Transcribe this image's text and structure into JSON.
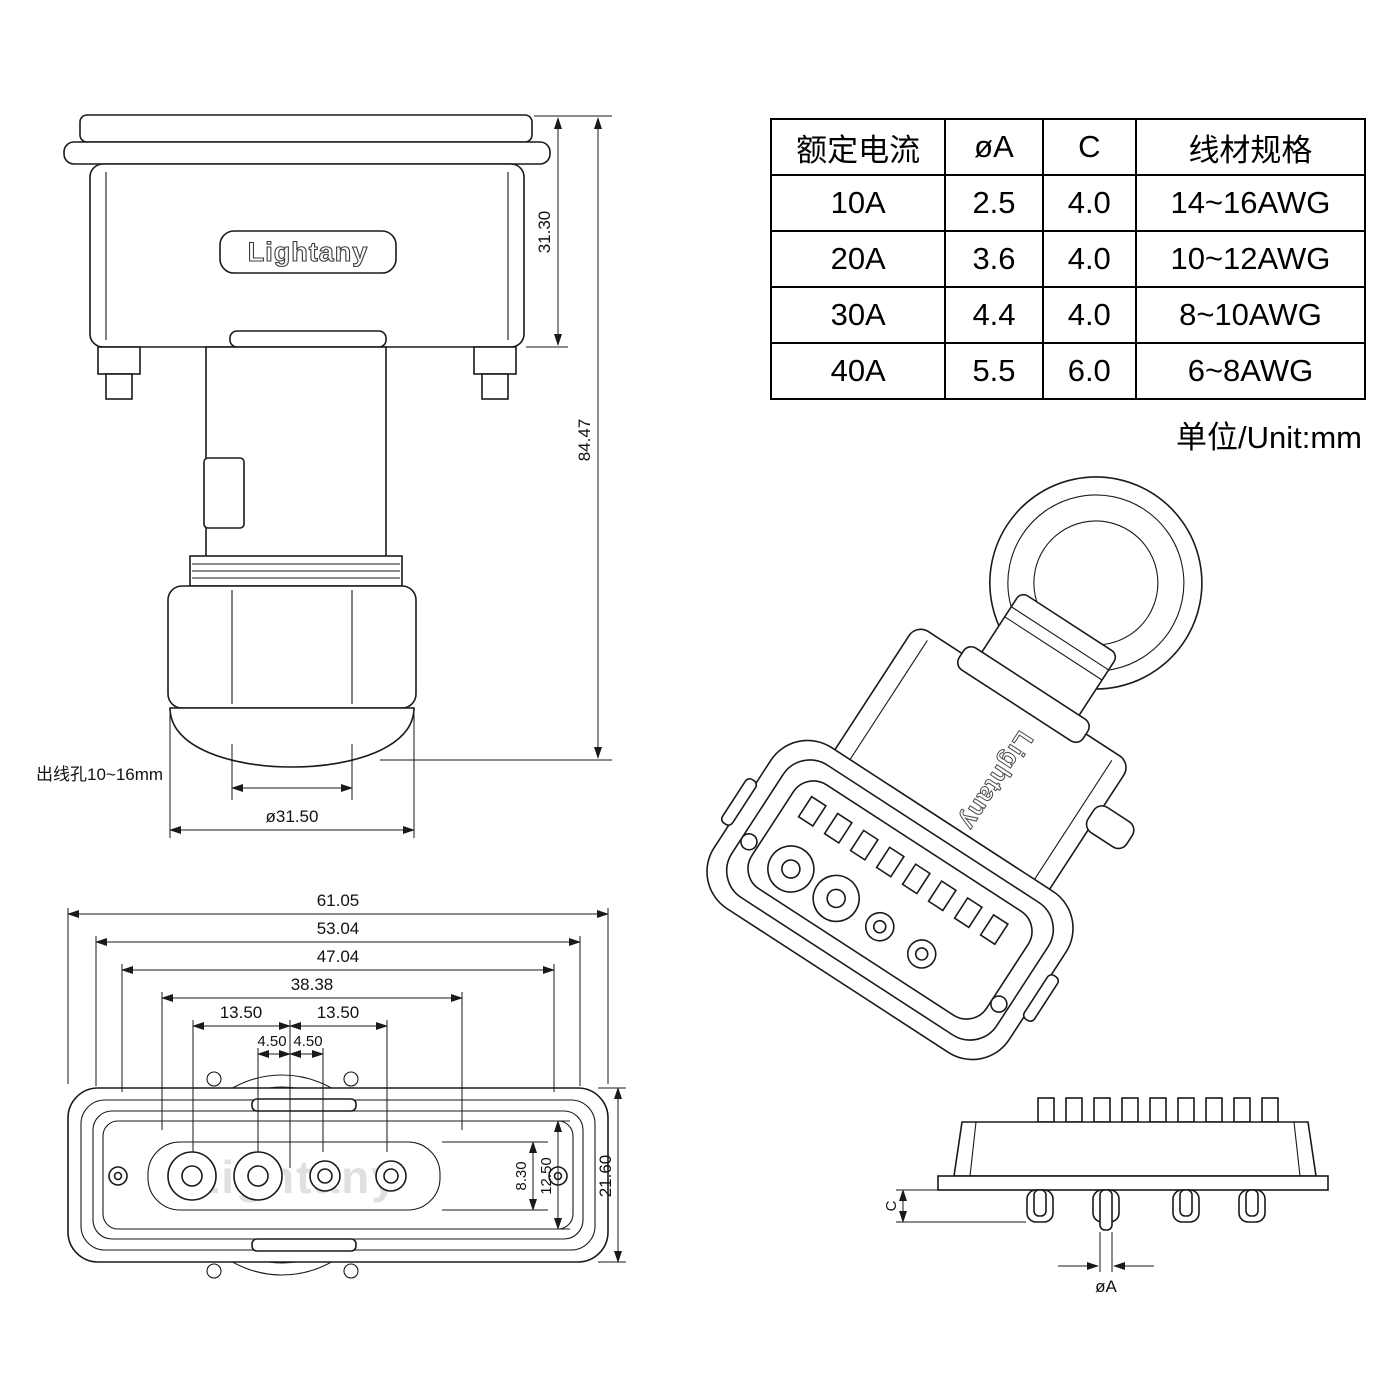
{
  "meta": {
    "background": "#ffffff",
    "line_color": "#1a1a1a"
  },
  "brand": {
    "logo": "Lightany",
    "watermark": "Lightany",
    "iso_logo": "Lightany"
  },
  "spec_table": {
    "col_current": "额定电流",
    "col_dia": "øA",
    "col_c": "C",
    "col_wire": "线材规格",
    "rows": [
      {
        "current": "10A",
        "dia": "2.5",
        "c": "4.0",
        "wire": "14~16AWG"
      },
      {
        "current": "20A",
        "dia": "3.6",
        "c": "4.0",
        "wire": "10~12AWG"
      },
      {
        "current": "30A",
        "dia": "4.4",
        "c": "4.0",
        "wire": "8~10AWG"
      },
      {
        "current": "40A",
        "dia": "5.5",
        "c": "6.0",
        "wire": "6~8AWG"
      }
    ],
    "unit_note": "单位/Unit:mm"
  },
  "front_view": {
    "dim_body_height": "31.30",
    "dim_total_height": "84.47",
    "label_cable_hole": "出线孔10~16mm",
    "dim_gland_diameter": "ø31.50"
  },
  "bottom_view": {
    "dim_width_outer": "61.05",
    "dim_width_2": "53.04",
    "dim_width_3": "47.04",
    "dim_width_4": "38.38",
    "dim_pitch_left": "13.50",
    "dim_pitch_right": "13.50",
    "dim_small_left": "4.50",
    "dim_small_right": "4.50",
    "dim_height_inner": "8.30",
    "dim_height_mid": "12.50",
    "dim_height_outer": "21.60"
  },
  "side_view": {
    "dim_c_label": "C",
    "dim_dia_label": "øA"
  }
}
